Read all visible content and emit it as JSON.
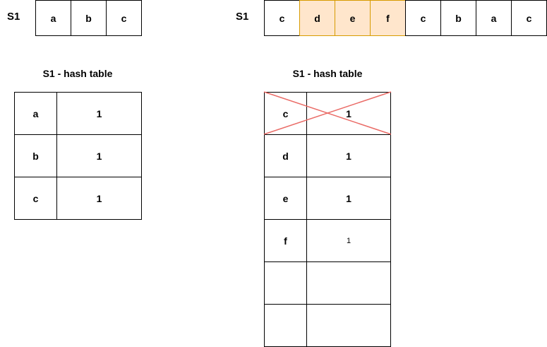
{
  "left": {
    "string_label": "S1",
    "string_chars": [
      "a",
      "b",
      "c"
    ],
    "table_title": "S1 - hash table",
    "table_rows": [
      {
        "key": "a",
        "count": "1"
      },
      {
        "key": "b",
        "count": "1"
      },
      {
        "key": "c",
        "count": "1"
      }
    ]
  },
  "right": {
    "string_label": "S1",
    "string_chars": [
      "c",
      "d",
      "e",
      "f",
      "c",
      "b",
      "a",
      "c"
    ],
    "highlighted_indices": [
      1,
      2,
      3
    ],
    "highlight_fill": "#ffe6cc",
    "highlight_stroke": "#d79b00",
    "table_title": "S1 - hash table",
    "table_rows": [
      {
        "key": "c",
        "count": "1",
        "crossed": true
      },
      {
        "key": "d",
        "count": "1"
      },
      {
        "key": "e",
        "count": "1"
      },
      {
        "key": "f",
        "count": "1",
        "small": true
      },
      {
        "key": "",
        "count": ""
      },
      {
        "key": "",
        "count": ""
      }
    ],
    "cross_color": "#ea6b66"
  }
}
